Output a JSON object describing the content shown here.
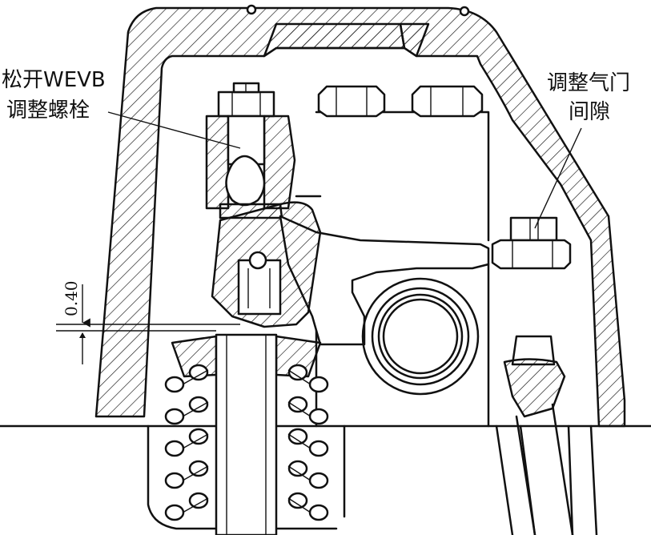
{
  "labels": {
    "left_line1": "松开WEVB",
    "left_line2": "调整螺栓",
    "right_line1": "调整气门",
    "right_line2": "间隙",
    "dimension": "0.40"
  }
}
